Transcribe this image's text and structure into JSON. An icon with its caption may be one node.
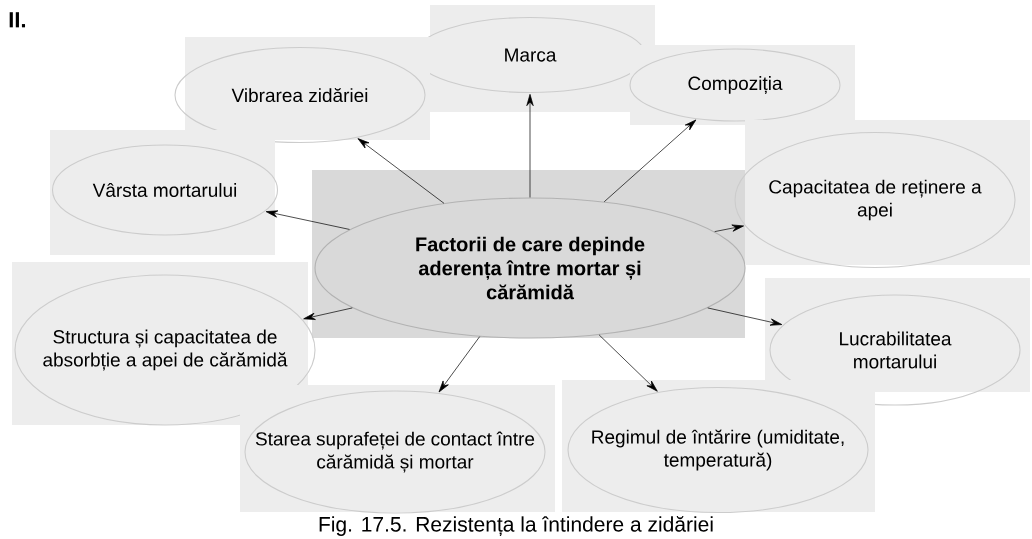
{
  "diagram": {
    "caption": "Fig. 17.5. Rezistența la întindere a zidăriei",
    "nodes": [
      {
        "text": [
          "Factorii de care depinde aderența între mortar și cărămidă"
        ]
      },
      {
        "text": [
          "Marca"
        ]
      },
      {
        "text": [
          "Compoziția"
        ]
      },
      {
        "text": [
          "Vibrarea zidăriei"
        ]
      },
      {
        "text": [
          "Vârsta mortarului"
        ]
      },
      {
        "text": [
          "Capacitatea de reținere a apei"
        ]
      },
      {
        "text": [
          "Structura și capacitatea de absorbție a apei de cărămidă"
        ]
      },
      {
        "text": [
          "Lucrabilitatea mortarului"
        ]
      },
      {
        "text": [
          "Starea suprafeței de contact între cărămidă și mortar"
        ]
      },
      {
        "text": [
          "Regimul de întărire (umiditate, temperatură)"
        ]
      }
    ],
    "edges": [
      {
        "from": 0,
        "to": 1,
        "arrow": "to"
      },
      {
        "from": 0,
        "to": 2,
        "arrow": "to"
      },
      {
        "from": 0,
        "to": 3,
        "arrow": "to"
      },
      {
        "from": 0,
        "to": 4,
        "arrow": "to"
      },
      {
        "from": 0,
        "to": 5,
        "arrow": "to"
      },
      {
        "from": 0,
        "to": 6,
        "arrow": "to"
      },
      {
        "from": 0,
        "to": 7,
        "arrow": "to"
      },
      {
        "from": 0,
        "to": 8,
        "arrow": "to"
      },
      {
        "from": 0,
        "to": 9,
        "arrow": "to"
      }
    ],
    "labels": [
      "II."
    ]
  }
}
